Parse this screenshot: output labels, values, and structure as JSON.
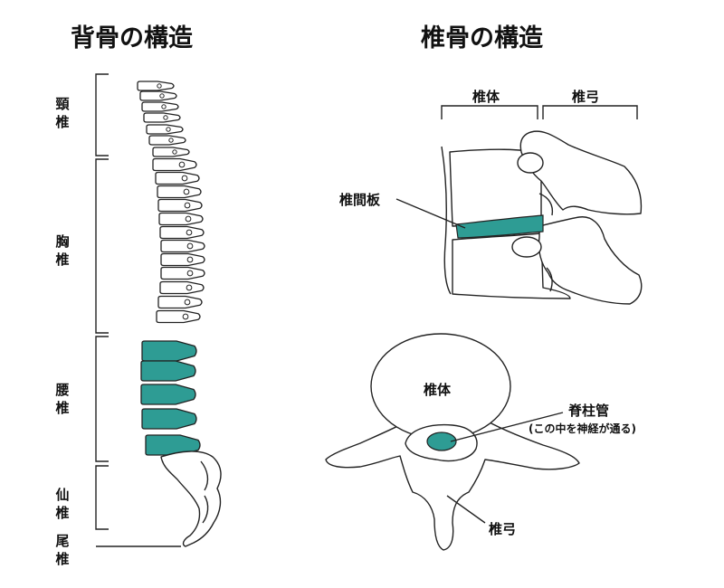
{
  "titles": {
    "left": "背骨の構造",
    "right": "椎骨の構造"
  },
  "regions": {
    "cervical": "頸椎",
    "thoracic": "胸椎",
    "lumbar": "腰椎",
    "sacral": "仙椎",
    "coccygeal": "尾椎"
  },
  "side_view": {
    "body_label": "椎体",
    "arch_label": "椎弓",
    "disc_label": "椎間板"
  },
  "top_view": {
    "body_label": "椎体",
    "canal_label": "脊柱管",
    "canal_note": "(この中を神経が通る)",
    "arch_label": "椎弓"
  },
  "colors": {
    "highlight": "#2e9c94",
    "outline": "#222222"
  }
}
